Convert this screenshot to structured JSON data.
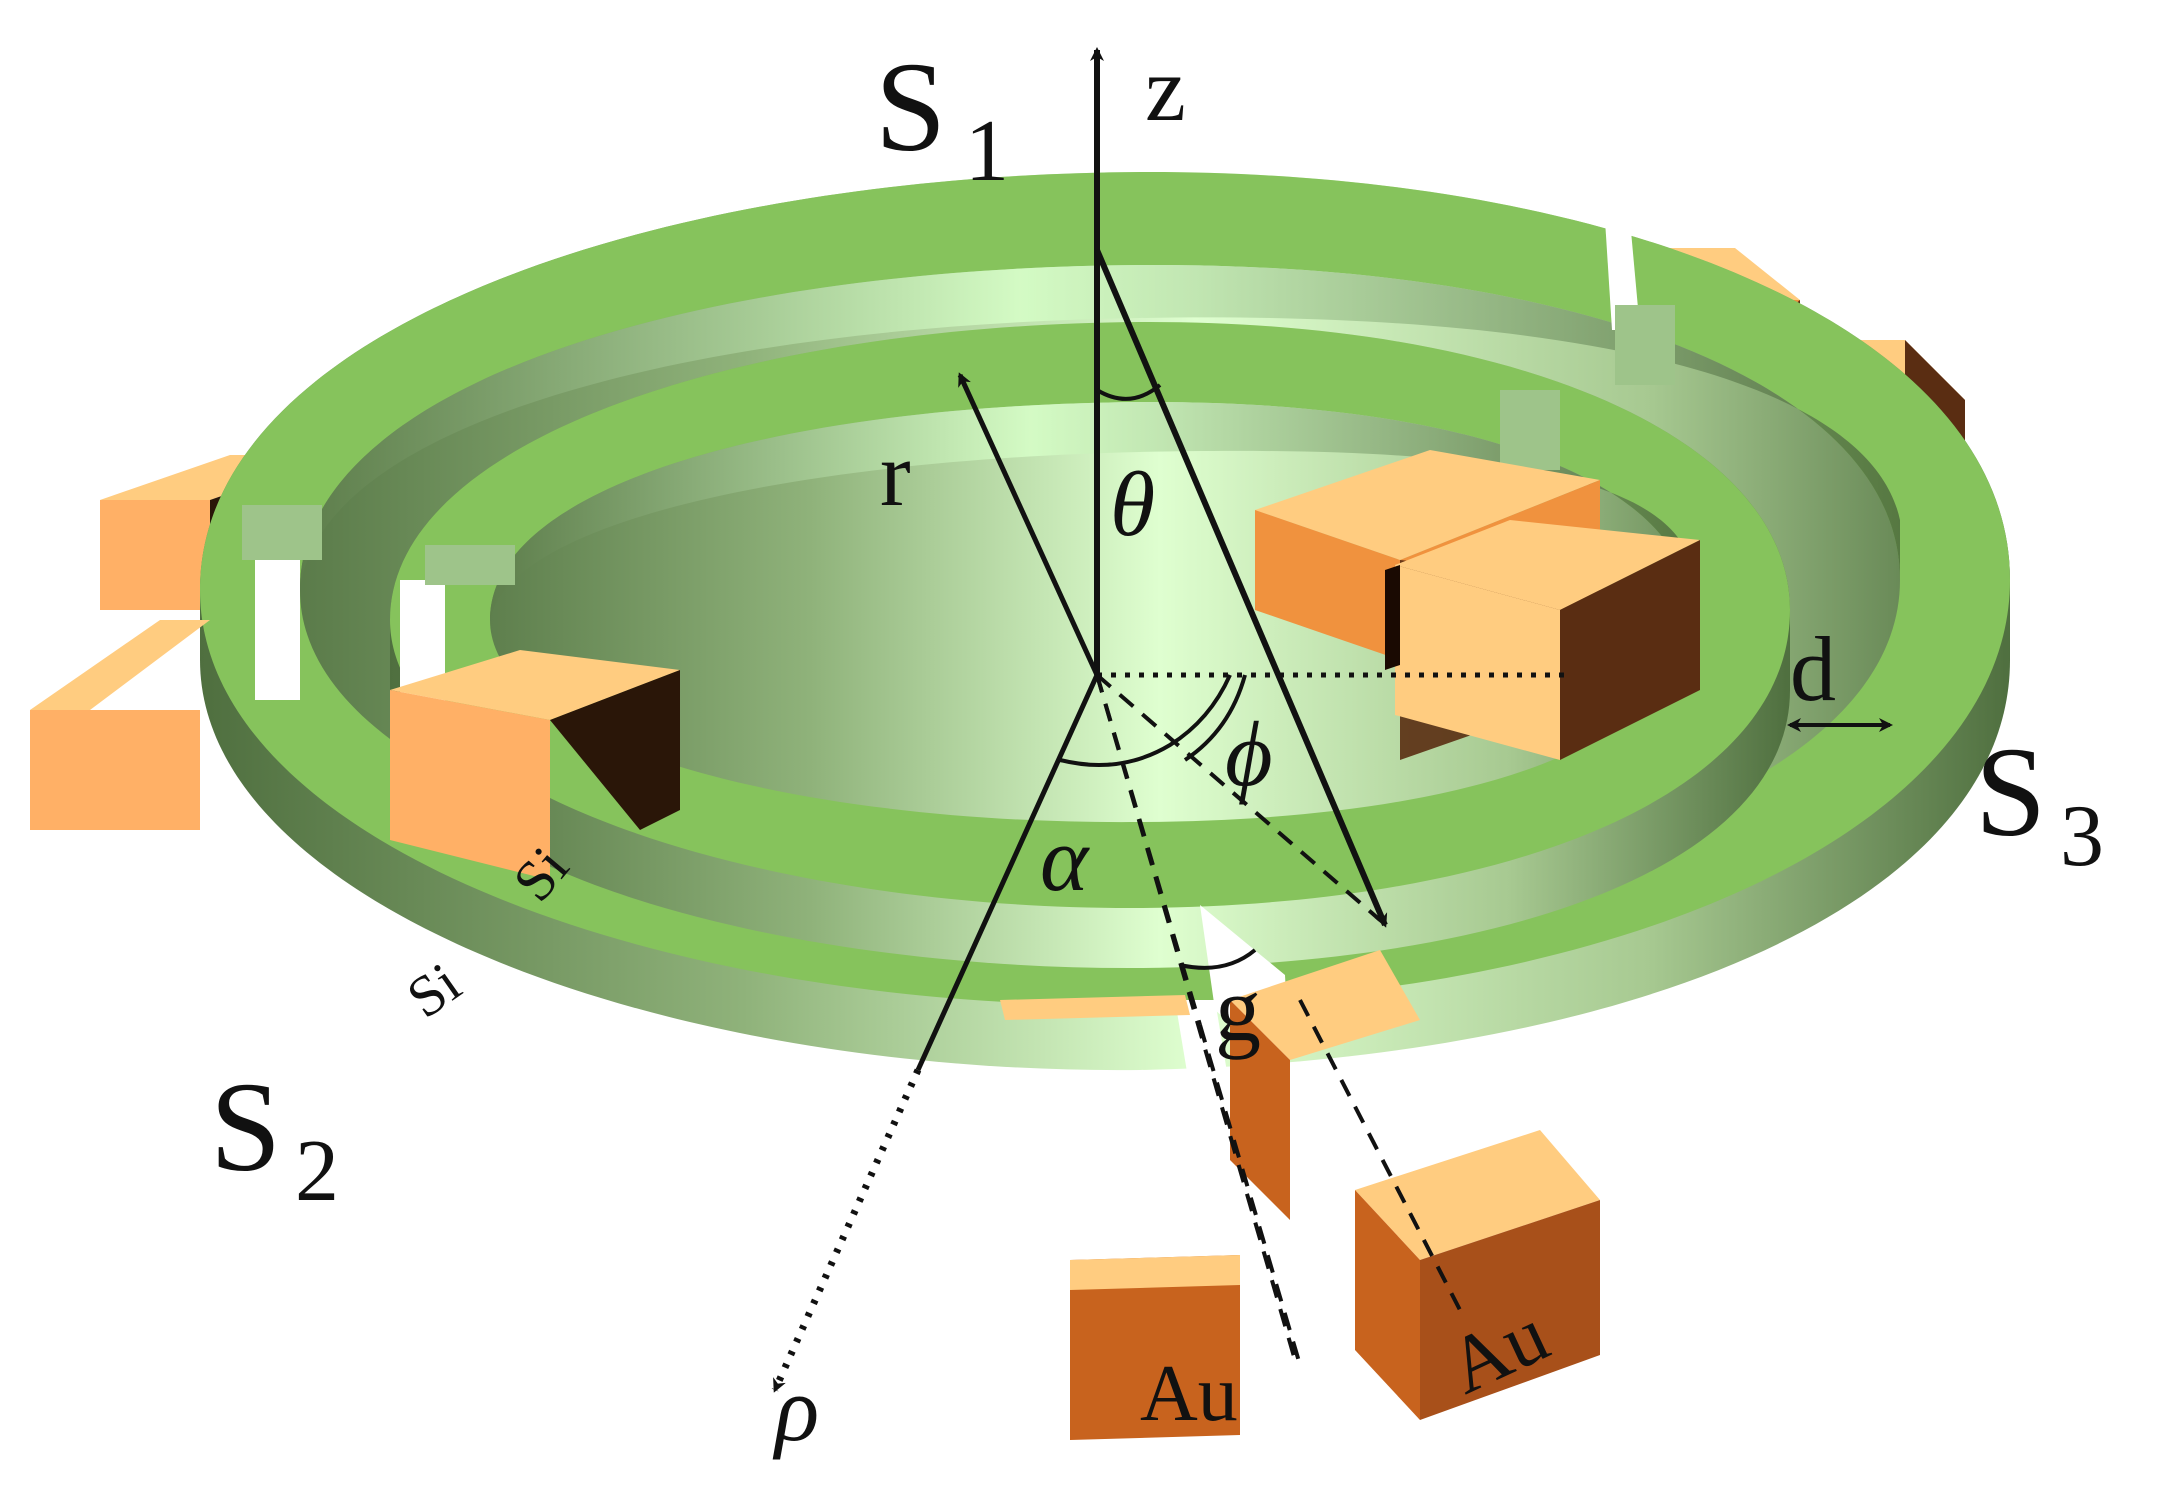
{
  "diagram": {
    "labels": {
      "s1": {
        "letter": "S",
        "sub": "1"
      },
      "s2": {
        "letter": "S",
        "sub": "2"
      },
      "s3": {
        "letter": "S",
        "sub": "3"
      },
      "z": "z",
      "r": "r",
      "rho": "ρ",
      "theta": "θ",
      "phi": "ϕ",
      "alpha": "α",
      "g": "g",
      "d": "d",
      "si_inner": "Si",
      "si_outer": "Si",
      "au_left": "Au",
      "au_right": "Au"
    },
    "colors": {
      "ring_top": "#86c35c",
      "ring_side_light": "#d9ffc8",
      "ring_side_dark": "#4c6b3c",
      "gold_light": "#ffcc80",
      "gold_mid": "#f0923e",
      "gold_dark": "#5a2d12"
    }
  }
}
